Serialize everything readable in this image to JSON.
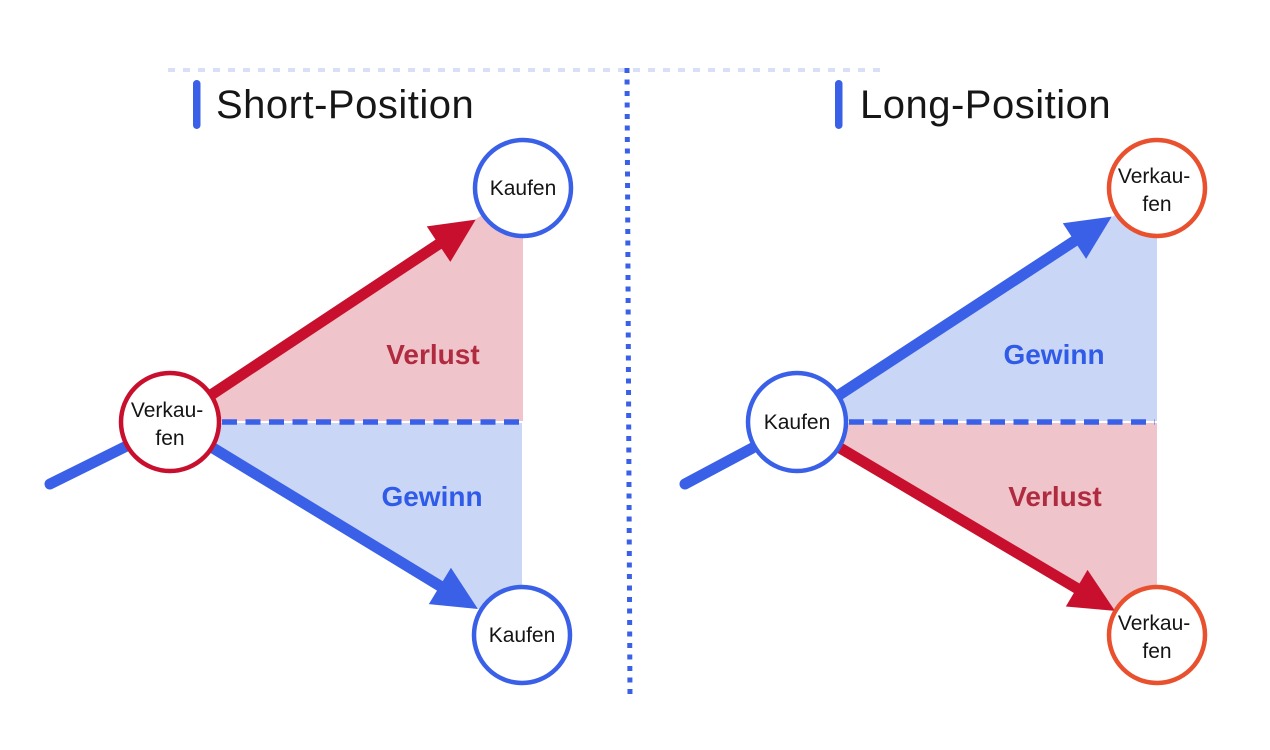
{
  "colors": {
    "blue": "#3a60e8",
    "blue_text": "#2f5be8",
    "red": "#c8102e",
    "red_text": "#b02b40",
    "orange": "#e8502e",
    "pink_fill": "#f0c4cb",
    "light_blue_fill": "#cad6f5",
    "title_text": "#161616",
    "faint_dots": "#b9c6f0",
    "circle_fill": "#ffffff",
    "circle_label_color": "#141414"
  },
  "panels": {
    "short": {
      "title": "Short-Position",
      "entry_circle": {
        "line1": "Verkau-",
        "line2": "fen"
      },
      "exit_top_circle": {
        "label": "Kaufen"
      },
      "exit_bottom_circle": {
        "label": "Kaufen"
      },
      "upper_region_label": "Verlust",
      "lower_region_label": "Gewinn"
    },
    "long": {
      "title": "Long-Position",
      "entry_circle": {
        "label": "Kaufen"
      },
      "exit_top_circle": {
        "line1": "Verkau-",
        "line2": "fen"
      },
      "exit_bottom_circle": {
        "line1": "Verkau-",
        "line2": "fen"
      },
      "upper_region_label": "Gewinn",
      "lower_region_label": "Verlust"
    }
  }
}
